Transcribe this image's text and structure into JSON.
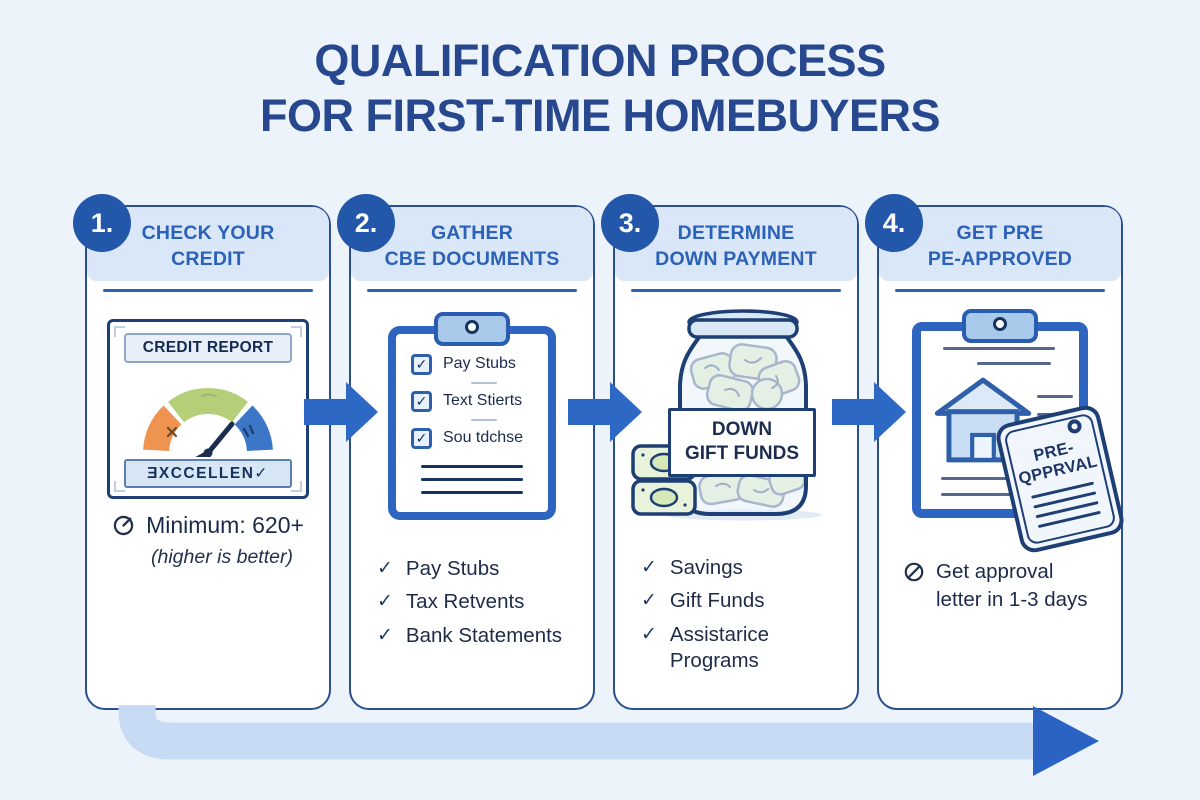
{
  "title": "QUALIFICATION PROCESS\nFOR FIRST-TIME HOMEBUYERS",
  "icons": {
    "check": "✓"
  },
  "colors": {
    "background": "#edf3fa",
    "title_blue": "#27488e",
    "step_title_blue": "#2b62b8",
    "badge_blue": "#2257aa",
    "card_border_blue": "#2b4f93",
    "header_bg": "#d9e7f8",
    "arrow_blue": "#2e68c5",
    "flow_band_blue": "#c7dcf4",
    "ink_navy": "#1e2b48",
    "gauge_orange": "#ef9350",
    "gauge_green": "#b5cf78",
    "gauge_blue": "#3c76c6",
    "money_green": "#e3efcd"
  },
  "steps": [
    {
      "number": "1.",
      "title": "CHECK YOUR\nCREDIT",
      "report_header": "CREDIT REPORT",
      "rating": "ƎXCCELLEN✓",
      "note": "Minimum: 620+",
      "note_sub": "(higher is better)"
    },
    {
      "number": "2.",
      "title": "GATHER\nCBE DOCUMENTS",
      "clipboard_items": [
        "Pay Stubs",
        "Text Stierts",
        "Sou tdchse"
      ],
      "checklist": [
        "Pay Stubs",
        "Tax Retvents",
        "Bank Statements"
      ]
    },
    {
      "number": "3.",
      "title": "DETERMINE\nDOWN PAYMENT",
      "jar_label": "DOWN\nGIFT FUNDS",
      "checklist": [
        "Savings",
        "Gift Funds",
        "Assistarice\nPrograms"
      ]
    },
    {
      "number": "4.",
      "title": "GET PRE\nPE-APPROVED",
      "tag_label": "PRE-\nQPPRVAL",
      "note": "Get approval\nletter in 1-3 days"
    }
  ]
}
